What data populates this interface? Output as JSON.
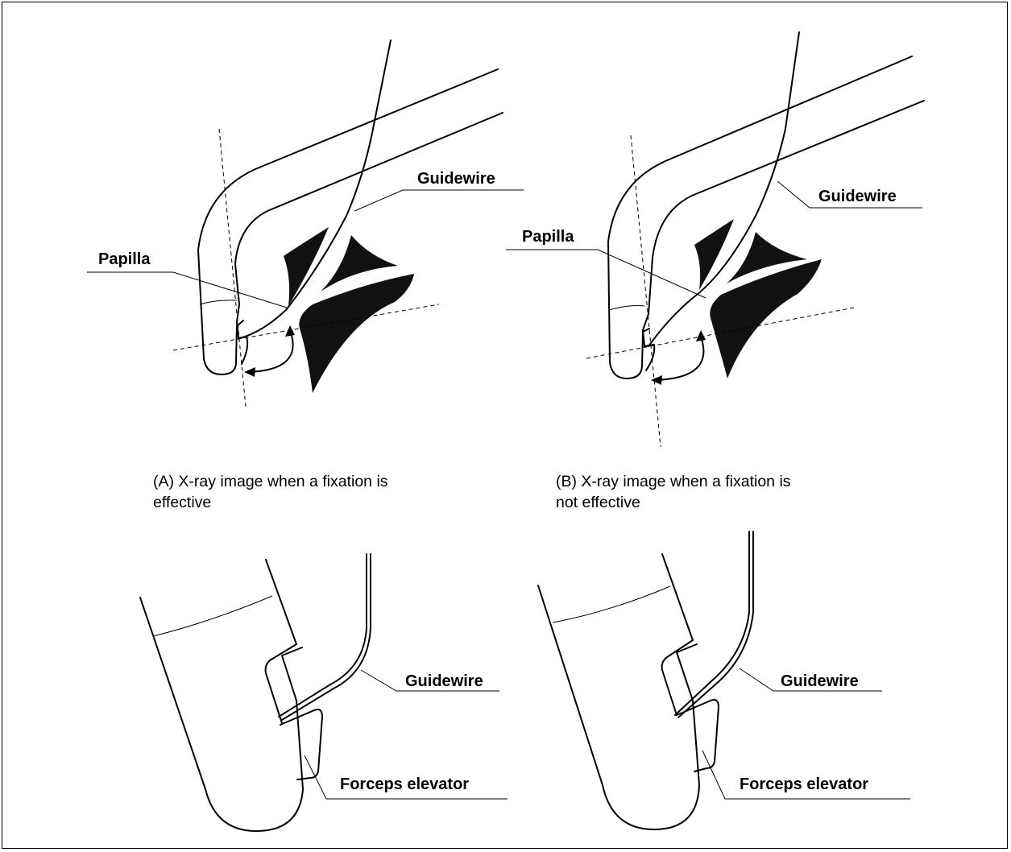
{
  "panels": {
    "a": {
      "caption_line1": "(A) X-ray image when a fixation is",
      "caption_line2": "effective",
      "labels": {
        "guidewire": "Guidewire",
        "papilla": "Papilla"
      }
    },
    "b": {
      "caption_line1": "(B) X-ray image when a fixation is",
      "caption_line2": "not effective",
      "labels": {
        "guidewire": "Guidewire",
        "papilla": "Papilla"
      }
    },
    "c": {
      "labels": {
        "guidewire": "Guidewire",
        "forceps_elevator": "Forceps elevator"
      }
    },
    "d": {
      "labels": {
        "guidewire": "Guidewire",
        "forceps_elevator": "Forceps elevator"
      }
    }
  },
  "colors": {
    "line": "#000000",
    "duct_fill": "#111111",
    "background": "#ffffff"
  }
}
